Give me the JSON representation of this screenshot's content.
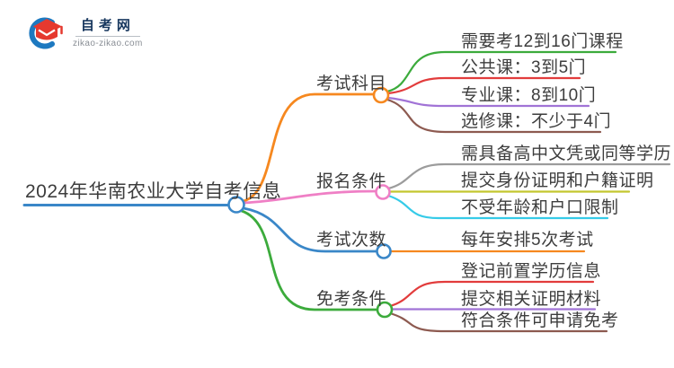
{
  "logo": {
    "title": "自考网",
    "domain": "zikao-zikao.com"
  },
  "root": {
    "label": "2024年华南农业大学自考信息",
    "color": "#3a87c8"
  },
  "branches": [
    {
      "label": "考试科目",
      "color": "#f6881f",
      "children": [
        {
          "label": "需要考12到16门课程",
          "color": "#3cab3c"
        },
        {
          "label": "公共课：3到5门",
          "color": "#e23c3c"
        },
        {
          "label": "专业课：8到10门",
          "color": "#a173d6"
        },
        {
          "label": "选修课：不少于4门",
          "color": "#8d5a50"
        }
      ]
    },
    {
      "label": "报名条件",
      "color": "#ef7fc5",
      "children": [
        {
          "label": "需具备高中文凭或同等学历",
          "color": "#9c9c9c"
        },
        {
          "label": "提交身份证明和户籍证明",
          "color": "#c3c62f"
        },
        {
          "label": "不受年龄和户口限制",
          "color": "#36cbe8"
        }
      ]
    },
    {
      "label": "考试次数",
      "color": "#3a87c8",
      "children": [
        {
          "label": "每年安排5次考试",
          "color": "#f6881f"
        }
      ]
    },
    {
      "label": "免考条件",
      "color": "#3cab3c",
      "children": [
        {
          "label": "登记前置学历信息",
          "color": "#e23c3c"
        },
        {
          "label": "提交相关证明材料",
          "color": "#a173d6"
        },
        {
          "label": "符合条件可申请免考",
          "color": "#8d5a50"
        }
      ]
    }
  ]
}
